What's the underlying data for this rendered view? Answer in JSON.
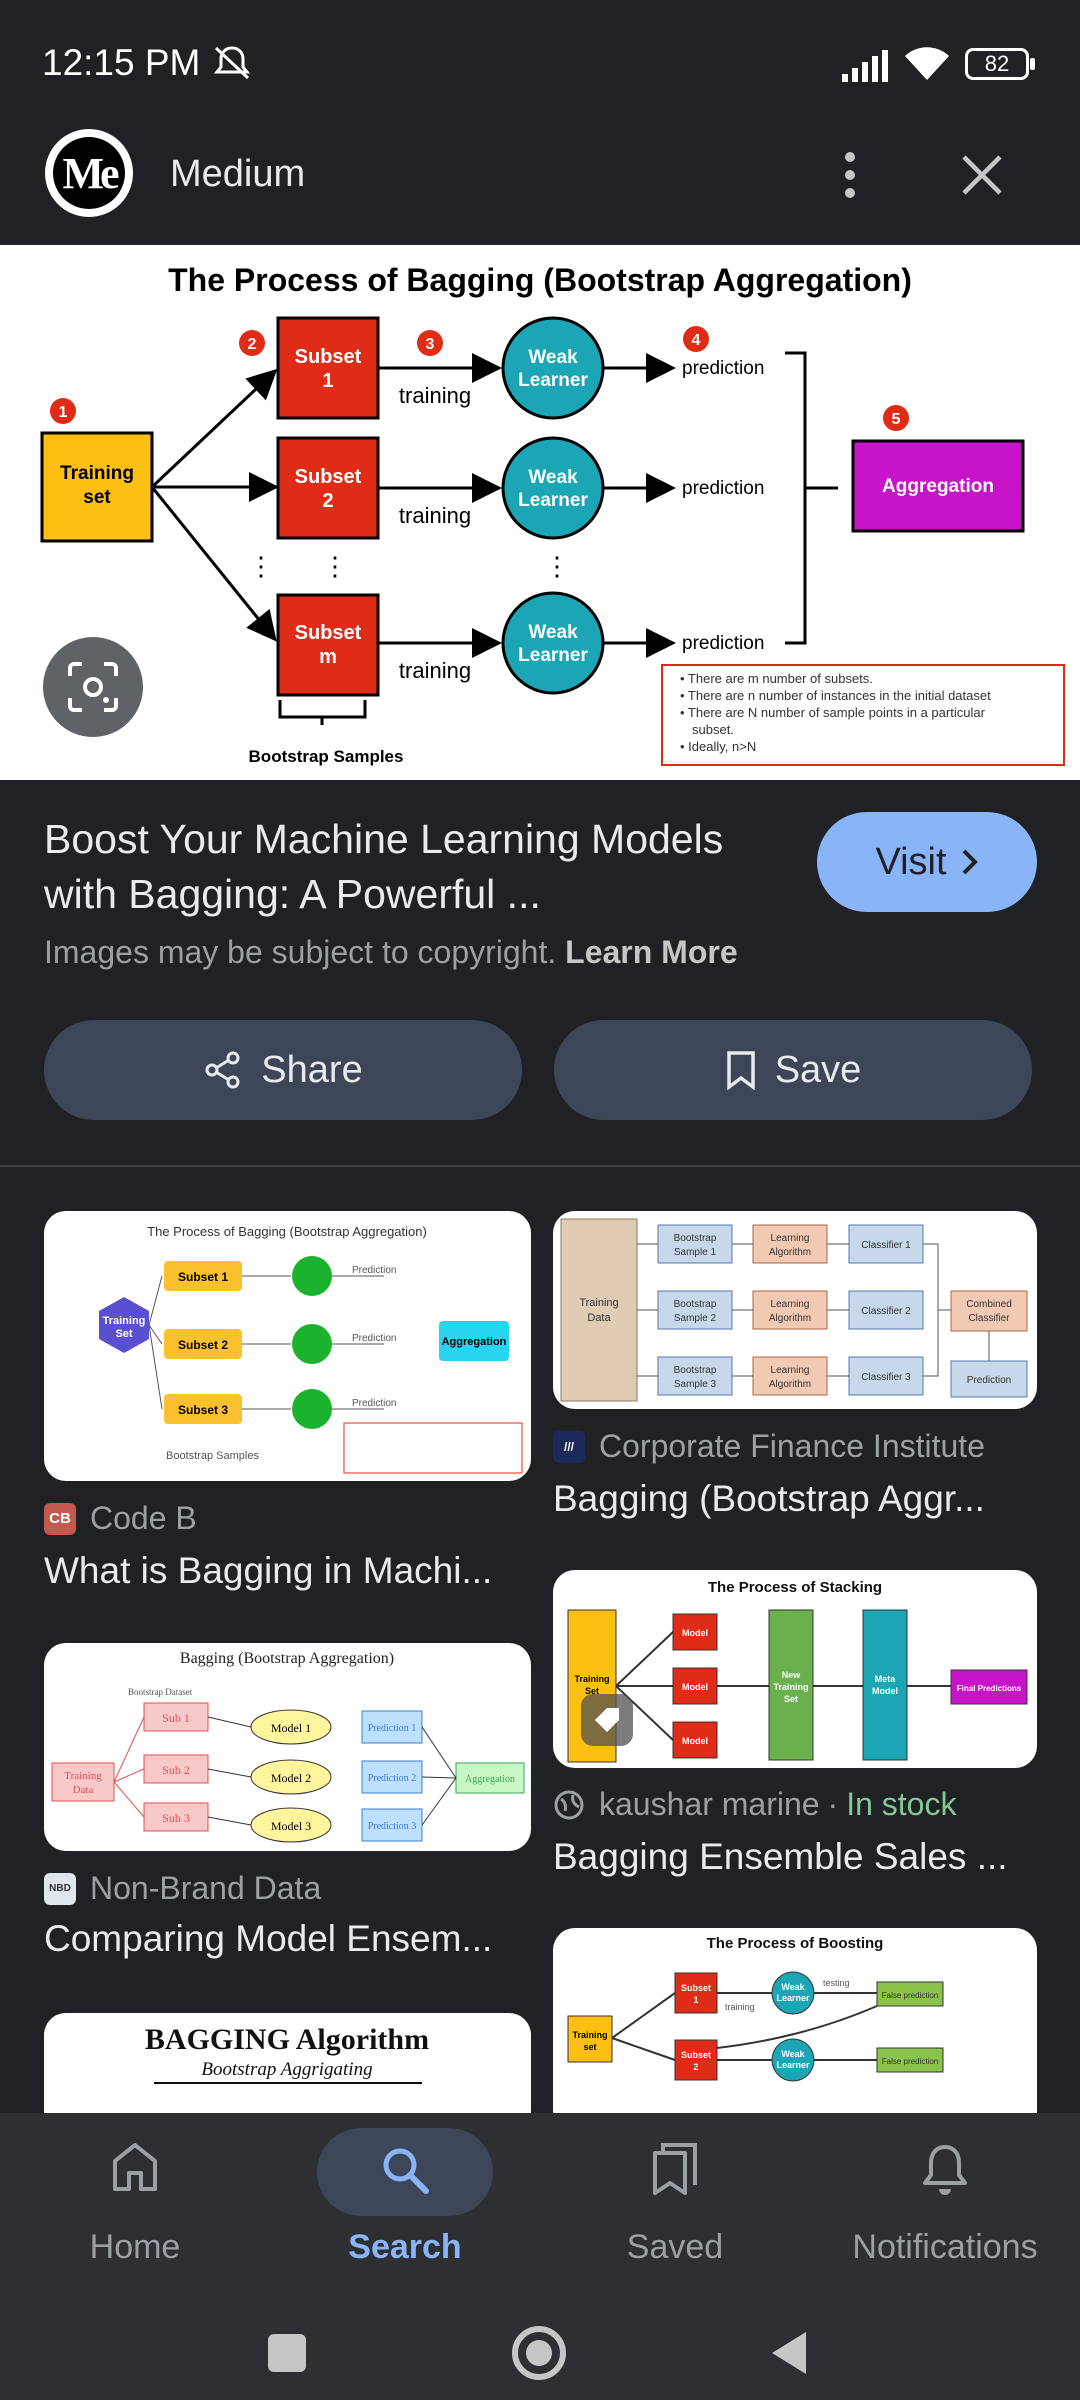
{
  "status": {
    "time": "12:15 PM",
    "battery": "82"
  },
  "header": {
    "logo_text": "Me",
    "site_name": "Medium"
  },
  "main_image": {
    "title": "The Process of Bagging (Bootstrap Aggregation)",
    "training_set": "Training set",
    "subsets": [
      "Subset 1",
      "Subset 2",
      "Subset m"
    ],
    "weak_learner": "Weak Learner",
    "training": "training",
    "prediction": "prediction",
    "aggregation": "Aggregation",
    "bootstrap_samples": "Bootstrap Samples",
    "steps": [
      "1",
      "2",
      "3",
      "4",
      "5"
    ],
    "notes": [
      "There are m number of subsets.",
      "There are n number of instances in the initial dataset",
      "There are N number of sample points in a particular subset.",
      "Ideally, n>N"
    ]
  },
  "result": {
    "title": "Boost Your Machine Learning Models with Bagging: A Powerful ...",
    "visit_label": "Visit",
    "copyright": "Images may be subject to copyright.",
    "learn_more": "Learn More",
    "share_label": "Share",
    "save_label": "Save"
  },
  "related": [
    {
      "source": "Code B",
      "source_icon": "CB",
      "title": "What is Bagging in Machi...",
      "thumb_title": "The Process of Bagging (Bootstrap Aggregation)",
      "thumb_labels": [
        "Training Set",
        "Subset 1",
        "Subset 2",
        "Subset 3",
        "Aggregation",
        "Bootstrap Samples"
      ]
    },
    {
      "source": "Corporate Finance Institute",
      "title": "Bagging (Bootstrap Aggr...",
      "thumb_labels": [
        "Training Data",
        "Bootstrap Sample 1",
        "Bootstrap Sample 2",
        "Bootstrap Sample 3",
        "Learning Algorithm",
        "Classifier 1",
        "Classifier 2",
        "Classifier 3",
        "Combined Classifier",
        "Prediction"
      ]
    },
    {
      "source": "Non-Brand Data",
      "title": "Comparing Model Ensem...",
      "thumb_title": "Bagging (Bootstrap Aggregation)",
      "thumb_labels": [
        "Bootstrap Dataset",
        "Training Data",
        "Sub 1",
        "Sub 2",
        "Sub 3",
        "Model 1",
        "Model 2",
        "Model 3",
        "Prediction 1",
        "Prediction 2",
        "Prediction 3",
        "Aggregation"
      ]
    },
    {
      "source": "kaushar marine",
      "stock": "In stock",
      "title": "Bagging Ensemble Sales ...",
      "thumb_title": "The Process of Stacking",
      "thumb_labels": [
        "Training Set",
        "Model",
        "New Training Set",
        "Meta Model",
        "Final Predictions"
      ]
    },
    {
      "thumb_title": "BAGGING Algorithm",
      "thumb_subtitle": "Bootstrap Aggrigating"
    },
    {
      "thumb_title": "The Process of Boosting",
      "thumb_labels": [
        "Training set",
        "Subset 1",
        "Subset 2",
        "Weak Learner",
        "False prediction",
        "testing",
        "training"
      ]
    }
  ],
  "nav": {
    "items": [
      "Home",
      "Search",
      "Saved",
      "Notifications"
    ],
    "active": "Search"
  },
  "colors": {
    "accent": "#8ab4f8",
    "bg": "#202124",
    "nav_bg": "#2d2f33",
    "pill": "#3c4658"
  }
}
